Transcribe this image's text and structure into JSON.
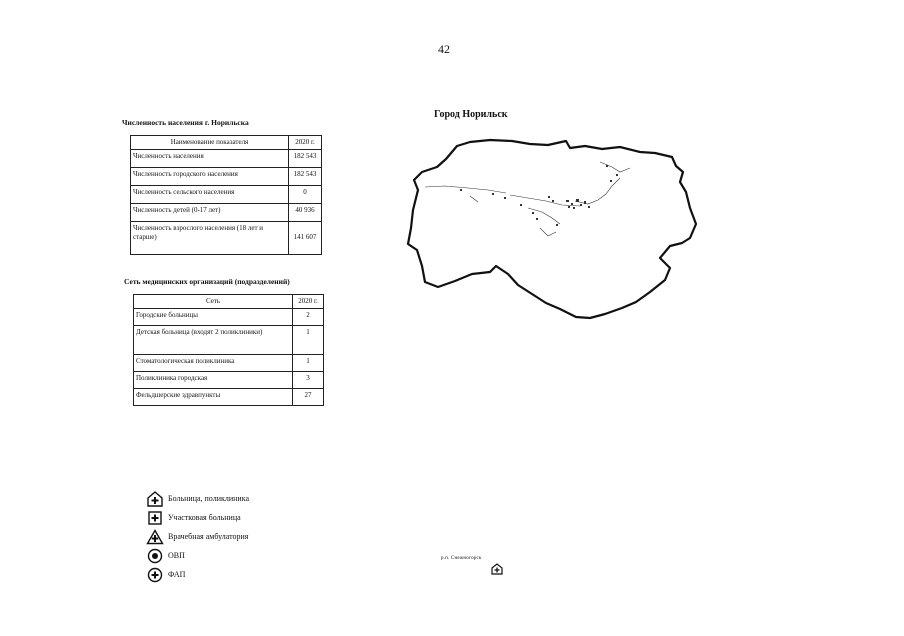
{
  "page_number": "42",
  "population": {
    "title": "Численность населения г. Норильска",
    "headers": [
      "Наименование показателя",
      "2020 г."
    ],
    "rows": [
      {
        "label": "Численность населения",
        "value": "182 543"
      },
      {
        "label": "Численность городского населения",
        "value": "182 543"
      },
      {
        "label": "Численность сельского населения",
        "value": "0"
      },
      {
        "label": "Численность детей (0-17 лет)",
        "value": "40 936"
      },
      {
        "label": "Численность взрослого населения (18 лет и старше)",
        "value": "141 607"
      }
    ]
  },
  "medical": {
    "title": "Сеть медицинских организаций (подразделений)",
    "headers": [
      "Сеть",
      "2020 г."
    ],
    "rows": [
      {
        "label": "Городские больницы",
        "value": "2"
      },
      {
        "label": "Детская больница (входят 2 поликлиники)",
        "value": "1"
      },
      {
        "label": "Стоматологическая поликлиника",
        "value": "1"
      },
      {
        "label": "Поликлиника городская",
        "value": "3"
      },
      {
        "label": "Фельдшерские здравпункты",
        "value": "27"
      }
    ]
  },
  "map": {
    "title": "Город Норильск",
    "caption": "р.п. Снежногорск"
  },
  "legend": {
    "items": [
      {
        "icon": "hospital-house-icon",
        "label": "Больница, поликлиника"
      },
      {
        "icon": "district-hospital-icon",
        "label": "Участковая больница"
      },
      {
        "icon": "outpatient-clinic-icon",
        "label": "Врачебная амбулатория"
      },
      {
        "icon": "ovp-icon",
        "label": "ОВП"
      },
      {
        "icon": "fap-icon",
        "label": "ФАП"
      }
    ]
  }
}
